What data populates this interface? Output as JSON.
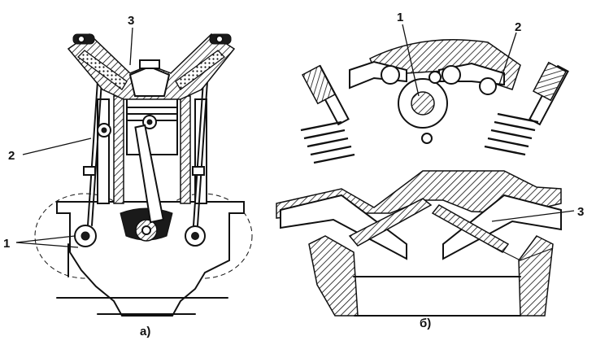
{
  "figure_a": {
    "caption": "а)",
    "callouts": {
      "one": "1",
      "two": "2",
      "three": "3"
    }
  },
  "figure_b": {
    "caption": "б)",
    "callouts": {
      "one": "1",
      "two": "2",
      "three": "3"
    }
  }
}
